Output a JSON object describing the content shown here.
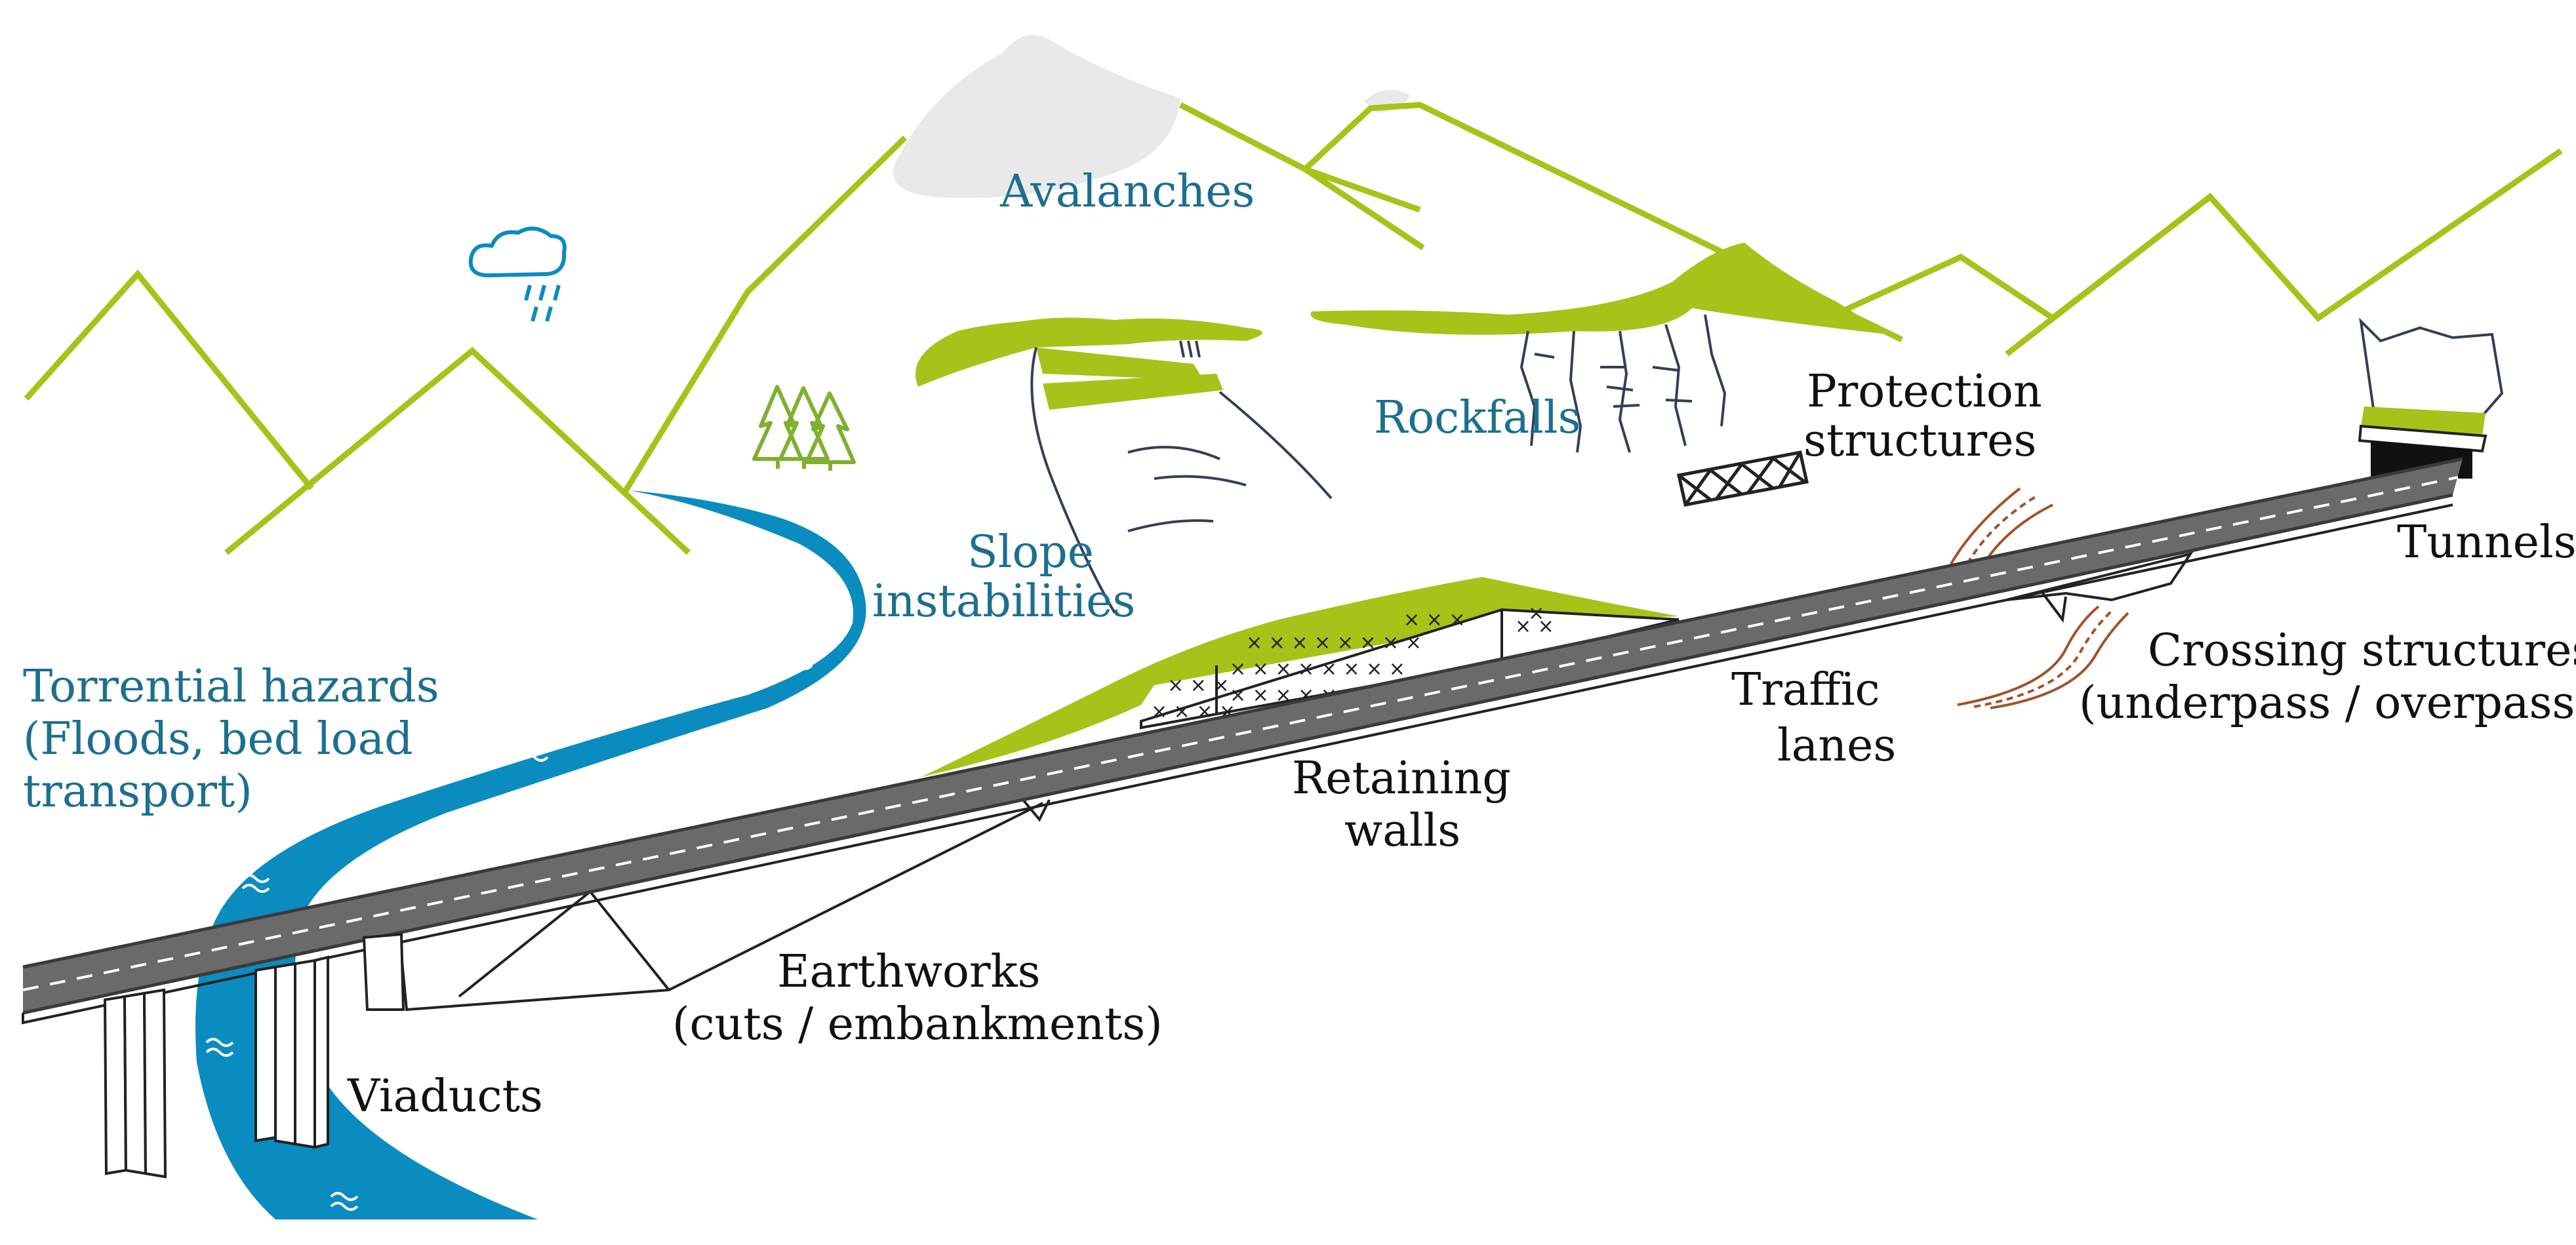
{
  "hazards": {
    "avalanches": "Avalanches",
    "rockfalls": "Rockfalls",
    "slope_line1": "Slope",
    "slope_line2": "instabilities",
    "torrential_line1": "Torrential hazards",
    "torrential_line2": "(Floods, bed load",
    "torrential_line3": "transport)"
  },
  "infrastructure": {
    "protection_line1": "Protection",
    "protection_line2": "structures",
    "tunnels": "Tunnels",
    "crossing_line1": "Crossing structures",
    "crossing_line2": "(underpass / overpass)",
    "traffic_line1": "Traffic",
    "traffic_line2": "lanes",
    "retaining_line1": "Retaining",
    "retaining_line2": "walls",
    "earthworks_line1": "Earthworks",
    "earthworks_line2": "(cuts / embankments)",
    "viaducts": "Viaducts"
  },
  "colors": {
    "hazard_text": "#1c6f8f",
    "infrastructure_text": "#111111",
    "mountain_green": "#a6c31a",
    "river_blue": "#0a8cc0",
    "road_grey": "#6a6a6a",
    "dirt_path": "#a0532a"
  }
}
